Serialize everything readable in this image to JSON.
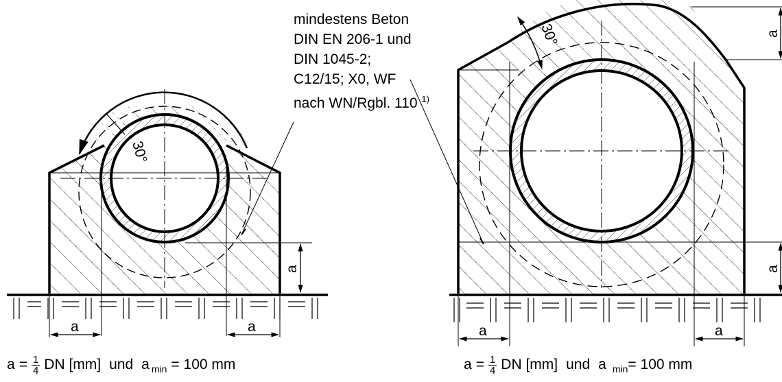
{
  "note": {
    "lines": [
      "mindestens Beton",
      "DIN EN 206-1 und",
      "DIN 1045-2;",
      "C12/15; X0, WF",
      "nach WN/Rgbl. 110"
    ],
    "footnote_mark": "1)"
  },
  "dimension_label": "a",
  "angle_label": "30°",
  "formula": {
    "var": "a",
    "eq": "=",
    "frac_num": "1",
    "frac_den": "4",
    "expr": "DN [mm]",
    "conj": "und",
    "sub": "min",
    "min_eq": "= 100 mm"
  }
}
